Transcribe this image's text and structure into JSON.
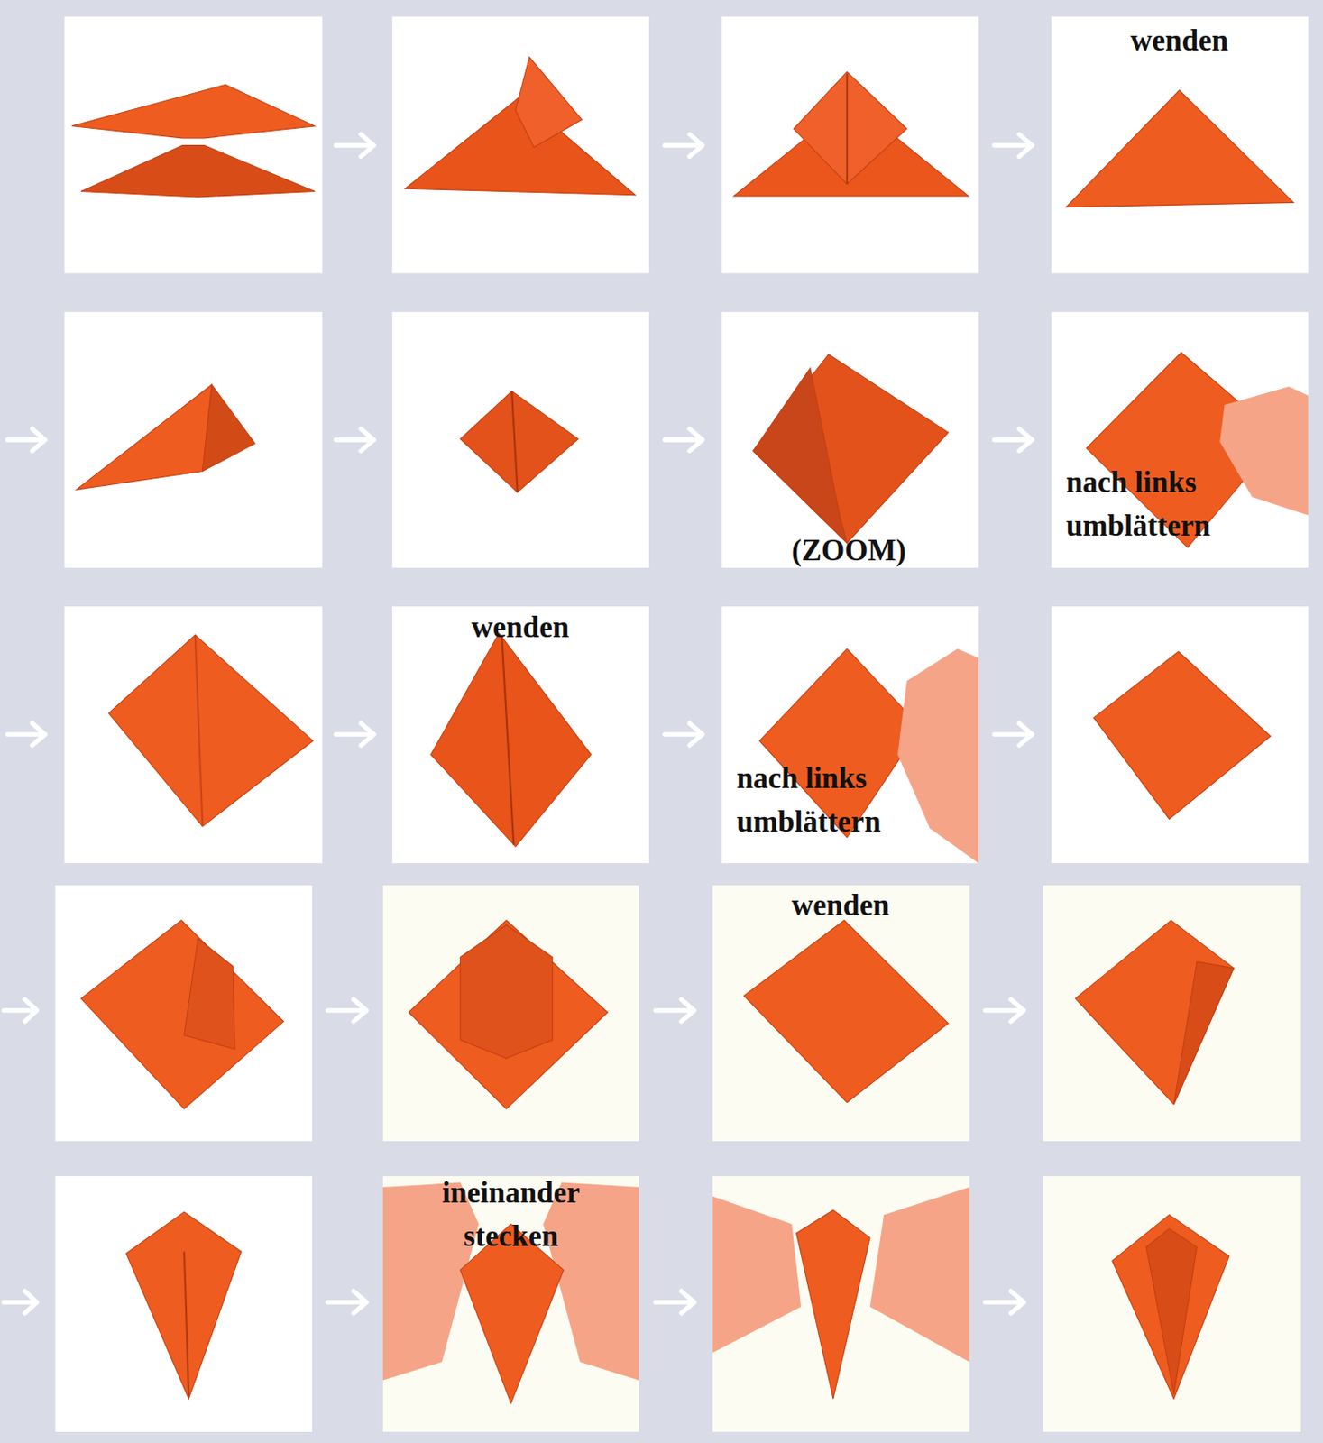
{
  "diagram": {
    "labels": [
      "wenden",
      "(ZOOM)",
      "nach links umblättern",
      "wenden",
      "nach links umblättern",
      "wenden",
      "ineinander stecken"
    ]
  }
}
